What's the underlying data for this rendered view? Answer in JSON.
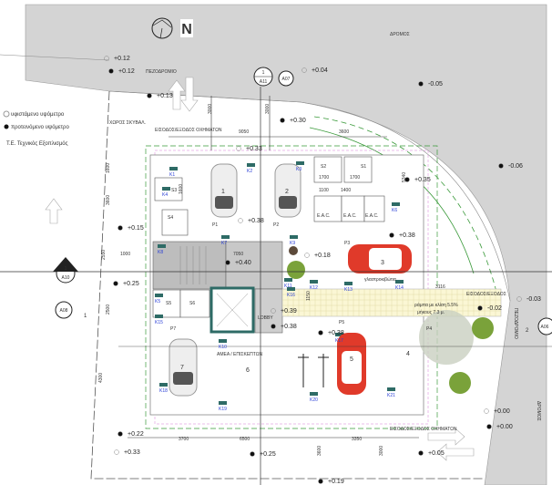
{
  "north_label": "N",
  "road_top_label": "ΔΡΟΜΟΣ",
  "road_right_label": "ΔΡΟΜΟΣ",
  "sidewalk_top_label": "ΠΕΖΟΔΡΟΜΙΟ",
  "sidewalk_right_label": "ΠΕΖΟΔΡΟΜΙΟ",
  "legend": {
    "existing_level": "υφιστάμενο υψόμετρο",
    "proposed_level": "προτεινόμενο υψόμετρο",
    "technical_equipment": "Τ.Ε. Τεχνικός Εξοπλισμός"
  },
  "labels": {
    "waste_area": "ΧΩΡΟΣ ΣΚΥΒΑΛ.",
    "vehicle_entry_top": "ΕΙΣΟΔΟΣ/ΕΞΟΔΟΣ ΟΧΗΜΑΤΩΝ",
    "vehicle_entry_bottom": "ΕΙΣΟΔΟΣ/ΕΞΟΔΟΣ ΟΧΗΜΑΤΩΝ",
    "vehicle_entry_ramp": "ΕΙΣΟΔΟΣ/ΕΞΟΔΟΣ",
    "disabled_visitors": "ΑΜΕΑ / ΕΠΙΣΚΕΠΤΩΝ",
    "lobby": "LOBBY",
    "ramp_slope": "ράμπα με κλίση 5.5%",
    "ramp_length": "μήκους 7.3 μ.",
    "planter": "γλαστροκιβώτια",
    "eac": [
      "E.A.C.",
      "E.A.C.",
      "E.A.C."
    ]
  },
  "section_markers": [
    {
      "num": "1",
      "sheet": "A11"
    },
    {
      "num": "",
      "sheet": "A07"
    },
    {
      "num": "1",
      "sheet": "A10"
    },
    {
      "num": "1",
      "sheet": "A08"
    },
    {
      "num": "2",
      "sheet": "A06"
    }
  ],
  "levels": [
    "+0.12",
    "+0.12",
    "+0.13",
    "+0.04",
    "-0.05",
    "+0.30",
    "+0.33",
    "-0.06",
    "+0.35",
    "+0.38",
    "+0.15",
    "+0.40",
    "+0.18",
    "+0.38",
    "+0.25",
    "+0.39",
    "+0.38",
    "+0.38",
    "-0.03",
    "-0.02",
    "+0.22",
    "+0.33",
    "+0.25",
    "+0.19",
    "+0.00",
    "+0.00",
    "+0.05"
  ],
  "dimensions": [
    "9050",
    "3600",
    "3000",
    "3000",
    "5340",
    "1600",
    "3600",
    "2550",
    "1000",
    "2500",
    "4300",
    "3700",
    "6500",
    "3350",
    "3000",
    "3600",
    "3116",
    "1150",
    "1600",
    "1700",
    "1700",
    "1100",
    "1400",
    "7050"
  ],
  "parking_spaces": [
    "1",
    "2",
    "3",
    "4",
    "5",
    "6",
    "7"
  ],
  "parking_codes": [
    "P1",
    "P2",
    "P3",
    "P4",
    "P5",
    "P7"
  ],
  "storage": [
    "S1",
    "S2",
    "S3",
    "S4",
    "S5",
    "S6"
  ],
  "columns": [
    "K1",
    "K2",
    "K3",
    "K4",
    "K5",
    "K6",
    "K7",
    "K8",
    "K9",
    "K10",
    "K11",
    "K12",
    "K13",
    "K14",
    "K15",
    "K16",
    "K17",
    "K18",
    "K19",
    "K20",
    "K21"
  ],
  "colors": {
    "road": "#d4d4d4",
    "column": "#2e6b66",
    "ramp": "#fbf7d4",
    "car_red": "#e03a2a",
    "green_dash": "#3a9a3a",
    "pink_dash": "#d77ad7",
    "core": "#bdbdbd",
    "label_blue": "#2a3fd6"
  }
}
